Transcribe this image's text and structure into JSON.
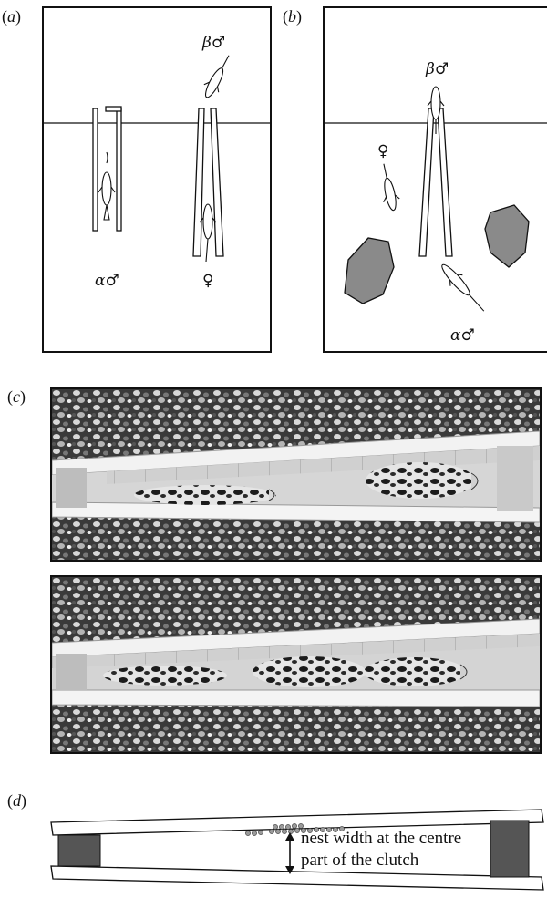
{
  "panels": {
    "a": {
      "label": "a",
      "alpha_label": "α♂",
      "female_label": "♀",
      "beta_label": "β♂"
    },
    "b": {
      "label": "b",
      "alpha_label": "α♂",
      "female_label": "♀",
      "beta_label": "β♂"
    },
    "c": {
      "label": "c"
    },
    "d": {
      "label": "d",
      "annotation_line1": "nest width at the centre",
      "annotation_line2": "part of the clutch"
    }
  },
  "colors": {
    "rock": "#8a8a8a",
    "support": "#555555",
    "egg": "#777777"
  }
}
